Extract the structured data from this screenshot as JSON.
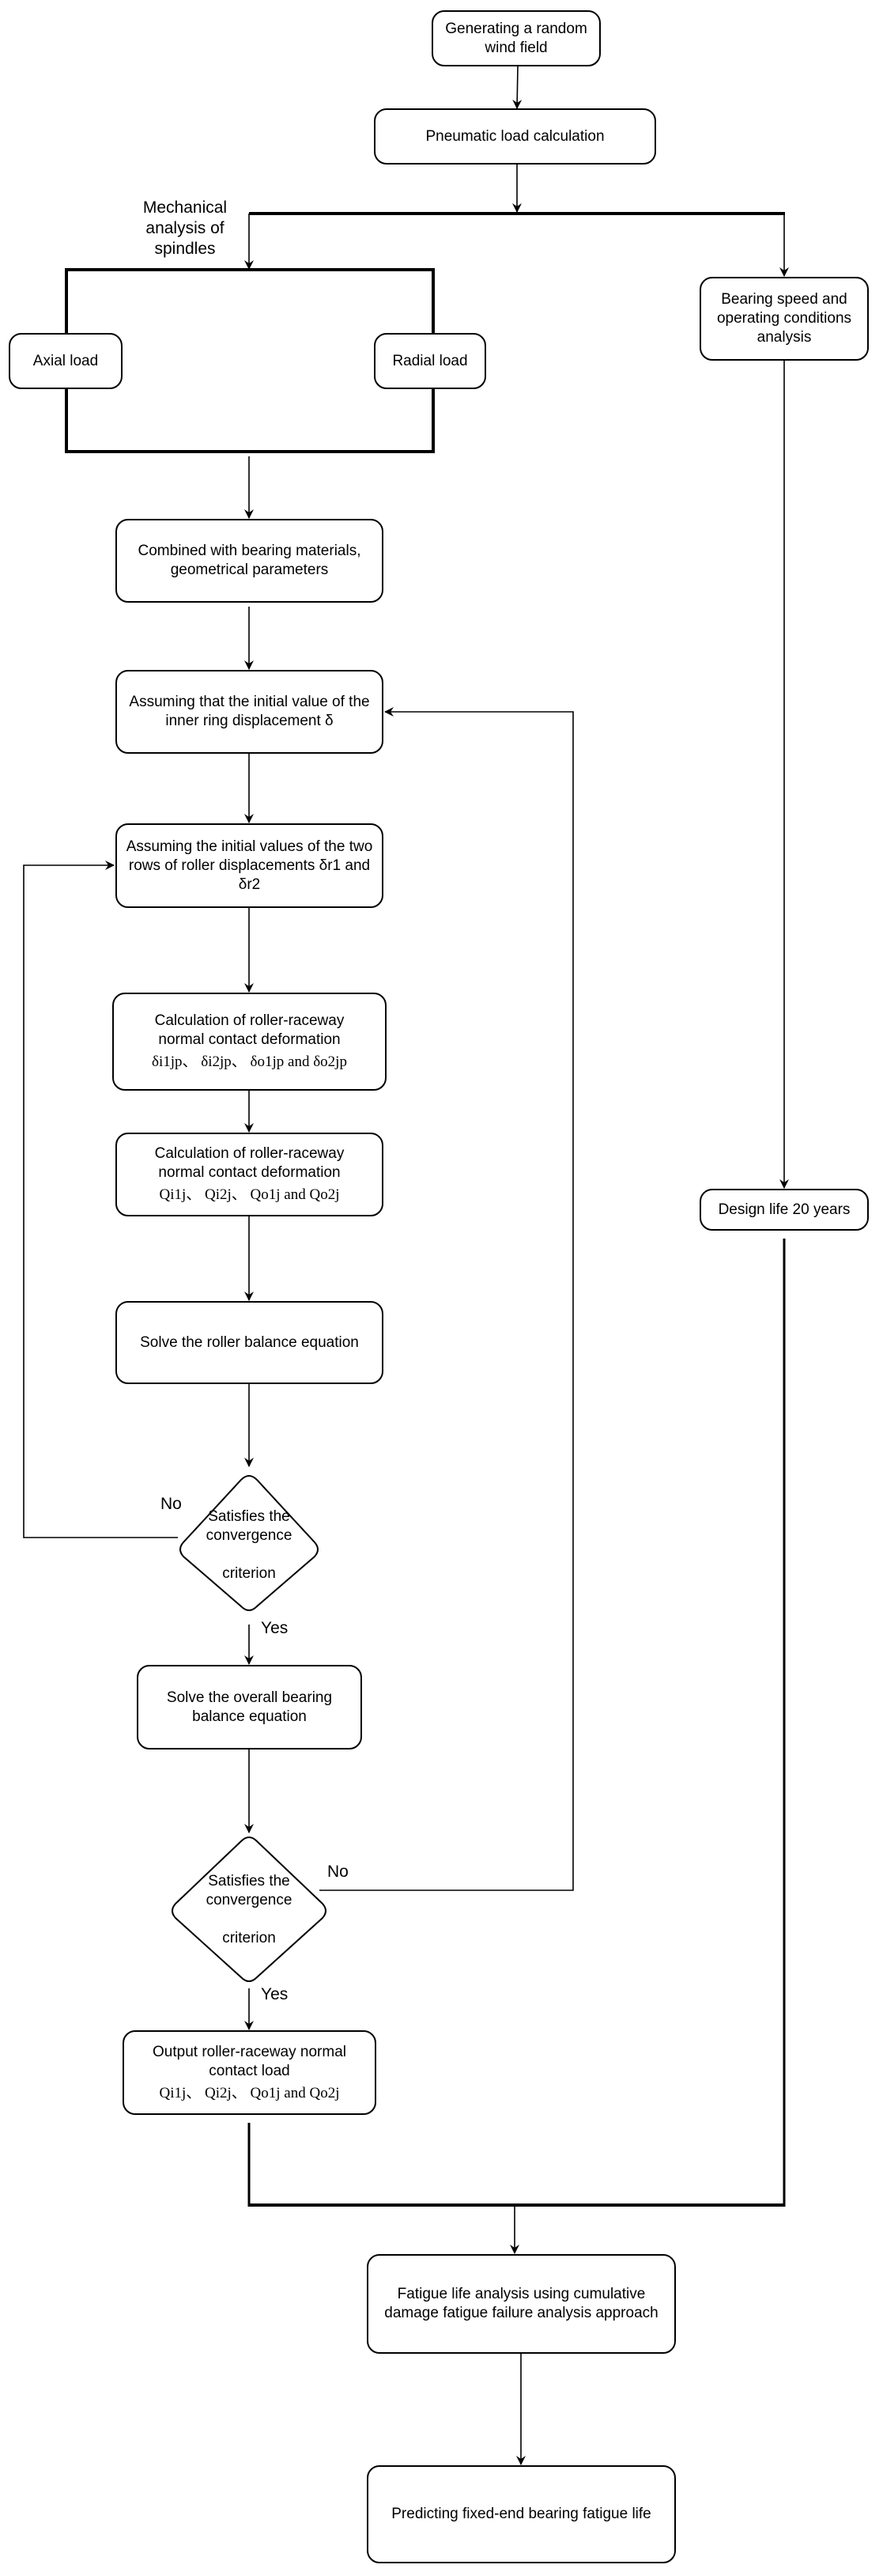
{
  "nodes": {
    "wind_field": "Generating a random wind field",
    "pneumatic": "Pneumatic load calculation",
    "mechanical_label": "Mechanical analysis of spindles",
    "axial": "Axial load",
    "radial": "Radial load",
    "bearing_speed": "Bearing speed and operating conditions analysis",
    "combined": "Combined with bearing materials, geometrical parameters",
    "assume_inner": "Assuming that the initial value of the inner ring displacement δ",
    "assume_rows": "Assuming the initial values of the two rows of roller displacements δr1 and δr2",
    "calc_deform": "Calculation of roller-raceway normal contact deformation",
    "calc_deform_formula": "δi1jp、 δi2jp、 δo1jp and δo2jp",
    "calc_load": "Calculation of roller-raceway normal contact deformation",
    "calc_load_formula": "Qi1j、 Qi2j、 Qo1j and Qo2j",
    "solve_roller": "Solve the roller balance equation",
    "decision1_line1": "Satisfies the",
    "decision1_line2": "convergence",
    "decision1_line3": "criterion",
    "solve_overall": "Solve the overall bearing balance equation",
    "decision2_line1": "Satisfies the",
    "decision2_line2": "convergence",
    "decision2_line3": "criterion",
    "output": "Output roller-raceway normal contact load",
    "output_formula": "Qi1j、 Qi2j、 Qo1j and Qo2j",
    "design_life": "Design life 20 years",
    "fatigue": "Fatigue life analysis using cumulative damage fatigue failure analysis approach",
    "predict": "Predicting fixed-end bearing fatigue life"
  },
  "edge_labels": {
    "no1": "No",
    "yes1": "Yes",
    "no2": "No",
    "yes2": "Yes"
  }
}
